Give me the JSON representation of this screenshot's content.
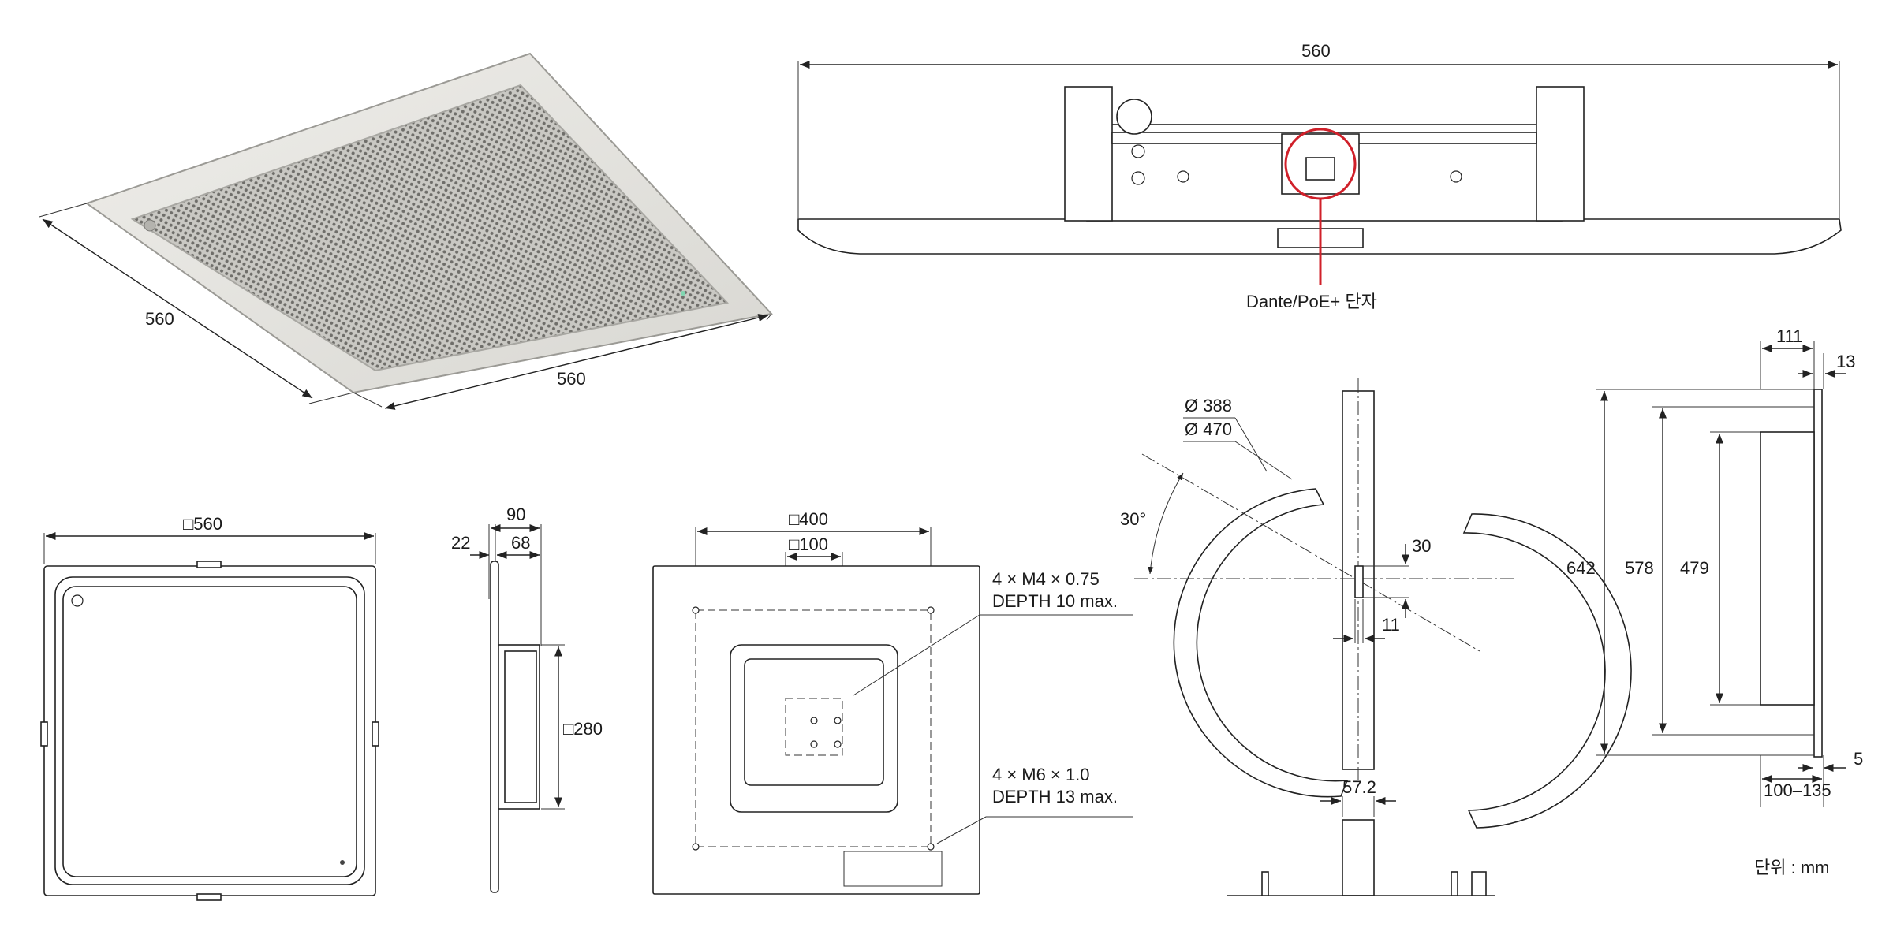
{
  "perspective": {
    "width": "560",
    "depth": "560"
  },
  "front_view": {
    "width": "560",
    "connector_label": "Dante/PoE+ 단자"
  },
  "top_view": {
    "size": "□560"
  },
  "side_view": {
    "total_depth": "90",
    "flange": "22",
    "body_depth": "68",
    "body_size": "□280"
  },
  "back_view": {
    "bolt_pattern_outer": "□400",
    "bolt_pattern_inner": "□100",
    "note_m4_line1": "4 × M4 × 0.75",
    "note_m4_line2": "DEPTH 10 max.",
    "note_m6_line1": "4 × M6 × 1.0",
    "note_m6_line2": "DEPTH 13 max."
  },
  "bracket_view": {
    "dia_inner": "Ø 388",
    "dia_outer": "Ø 470",
    "angle": "30°",
    "slot_height": "30",
    "slot_width": "11",
    "rail_width": "57.2"
  },
  "cutout_view": {
    "top_width": "111",
    "top_gap": "13",
    "height_overall": "642",
    "height_mid": "578",
    "height_inner": "479",
    "bottom_gap": "5",
    "thickness_range": "100–135"
  },
  "unit_note": "단위 : mm",
  "colors": {
    "line": "#222222",
    "callout": "#d0202a",
    "grille": "#8a8a86"
  }
}
